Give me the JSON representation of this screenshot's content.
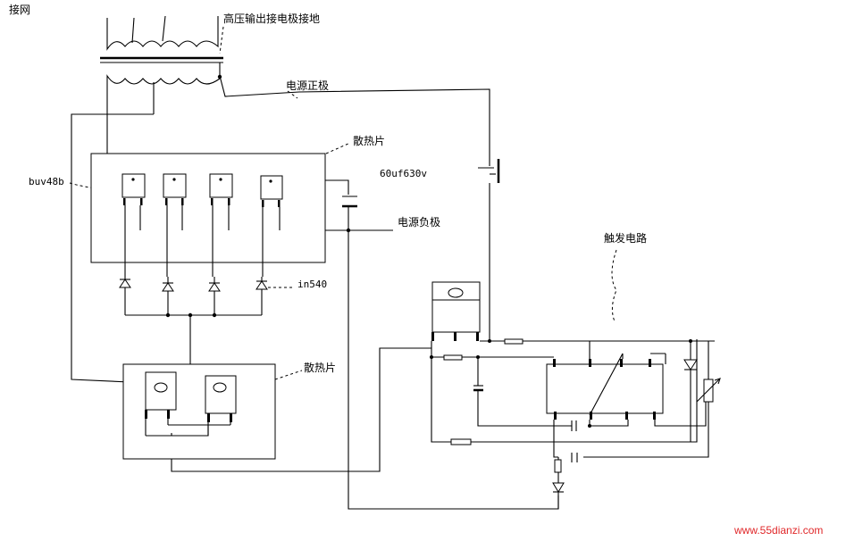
{
  "labels": {
    "grid_connect": "接网",
    "hv_output": "高压输出接电极接地",
    "power_positive": "电源正极",
    "heatsink_top": "散热片",
    "capacitor_value": "60uf630v",
    "power_negative": "电源负极",
    "transistor_model": "buv48b",
    "diode_model": "in540",
    "trigger_circuit": "触发电路",
    "heatsink_bottom": "散热片",
    "watermark": "www.55dianzi.com"
  },
  "colors": {
    "wire": "#000000",
    "background": "#ffffff",
    "watermark": "#e0282a"
  }
}
